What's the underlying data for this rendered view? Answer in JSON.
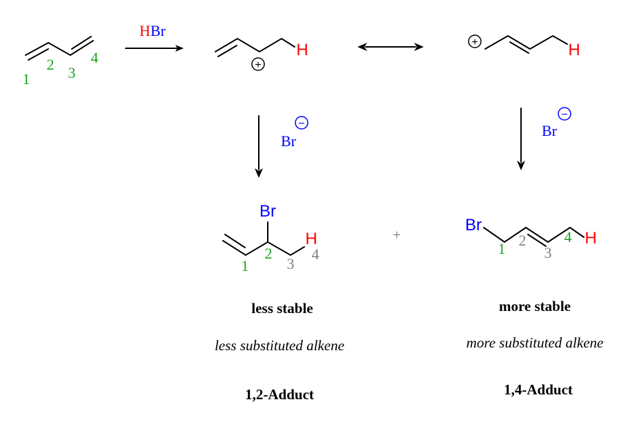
{
  "colors": {
    "green": "#1aa31a",
    "gray": "#808080",
    "red": "#ff0000",
    "blue": "#0000ff"
  },
  "reagent": {
    "h": "H",
    "br": "Br"
  },
  "butadiene": {
    "labels": [
      "1",
      "2",
      "3",
      "4"
    ]
  },
  "cation1": {
    "h": "H",
    "charge": "+"
  },
  "cation2": {
    "h": "H",
    "charge": "+"
  },
  "bromide_left": {
    "text": "Br",
    "charge": "−"
  },
  "bromide_right": {
    "text": "Br",
    "charge": "−"
  },
  "product_12": {
    "br": "Br",
    "h": "H",
    "labels": [
      "1",
      "2",
      "3",
      "4"
    ],
    "stability": "less stable",
    "description": "less substituted alkene",
    "name": "1,2-Adduct"
  },
  "plus": "+",
  "product_14": {
    "br": "Br",
    "h": "H",
    "labels": [
      "1",
      "2",
      "3",
      "4"
    ],
    "stability": "more stable",
    "description": "more substituted alkene",
    "name": "1,4-Adduct"
  }
}
